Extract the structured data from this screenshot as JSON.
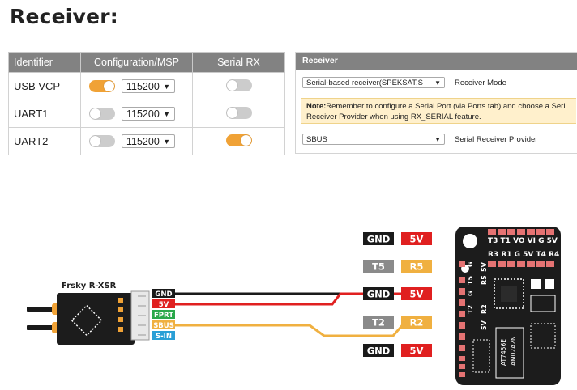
{
  "page_title": "Receiver:",
  "ports_table": {
    "headers": [
      "Identifier",
      "Configuration/MSP",
      "Serial RX"
    ],
    "rows": [
      {
        "id": "USB VCP",
        "msp_on": true,
        "baud": "115200",
        "serial_rx_on": false
      },
      {
        "id": "UART1",
        "msp_on": false,
        "baud": "115200",
        "serial_rx_on": false
      },
      {
        "id": "UART2",
        "msp_on": false,
        "baud": "115200",
        "serial_rx_on": true
      }
    ]
  },
  "receiver_panel": {
    "header": "Receiver",
    "mode_select": "Serial-based receiver(SPEKSAT,S",
    "mode_label": "Receiver Mode",
    "note_bold": "Note:",
    "note_line1": "Remember to configure a Serial Port (via Ports tab) and choose a Seri",
    "note_line2": "Receiver Provider when using RX_SERIAL feature.",
    "provider_select": "SBUS",
    "provider_label": "Serial Receiver Provider"
  },
  "wiring": {
    "receiver_name": "Frsky R-XSR",
    "receiver_pins": [
      "GND",
      "5V",
      "FPRT",
      "SBUS",
      "S-IN"
    ],
    "fc_pad_pairs": [
      {
        "left": "GND",
        "right": "5V"
      },
      {
        "left": "T5",
        "right": "R5"
      },
      {
        "left": "GND",
        "right": "5V"
      },
      {
        "left": "T2",
        "right": "R2"
      },
      {
        "left": "GND",
        "right": "5V"
      }
    ],
    "board_top_row1": "T3 T1 VO VI  G  5V",
    "board_top_row2": "R3 R1  G  5V T4 R4",
    "board_side_labels": [
      "G",
      "T5",
      "R5",
      "5V",
      "G",
      "T2",
      "R2",
      "5V"
    ],
    "chip_text_1": "AT7456E",
    "chip_text_2": "AM02A2N",
    "colors": {
      "gnd_wire": "#1a1a1a",
      "power_wire": "#e02020",
      "signal_wire": "#f0b040",
      "accent_orange": "#f0a236",
      "pcb": "#1c1c1c"
    }
  }
}
